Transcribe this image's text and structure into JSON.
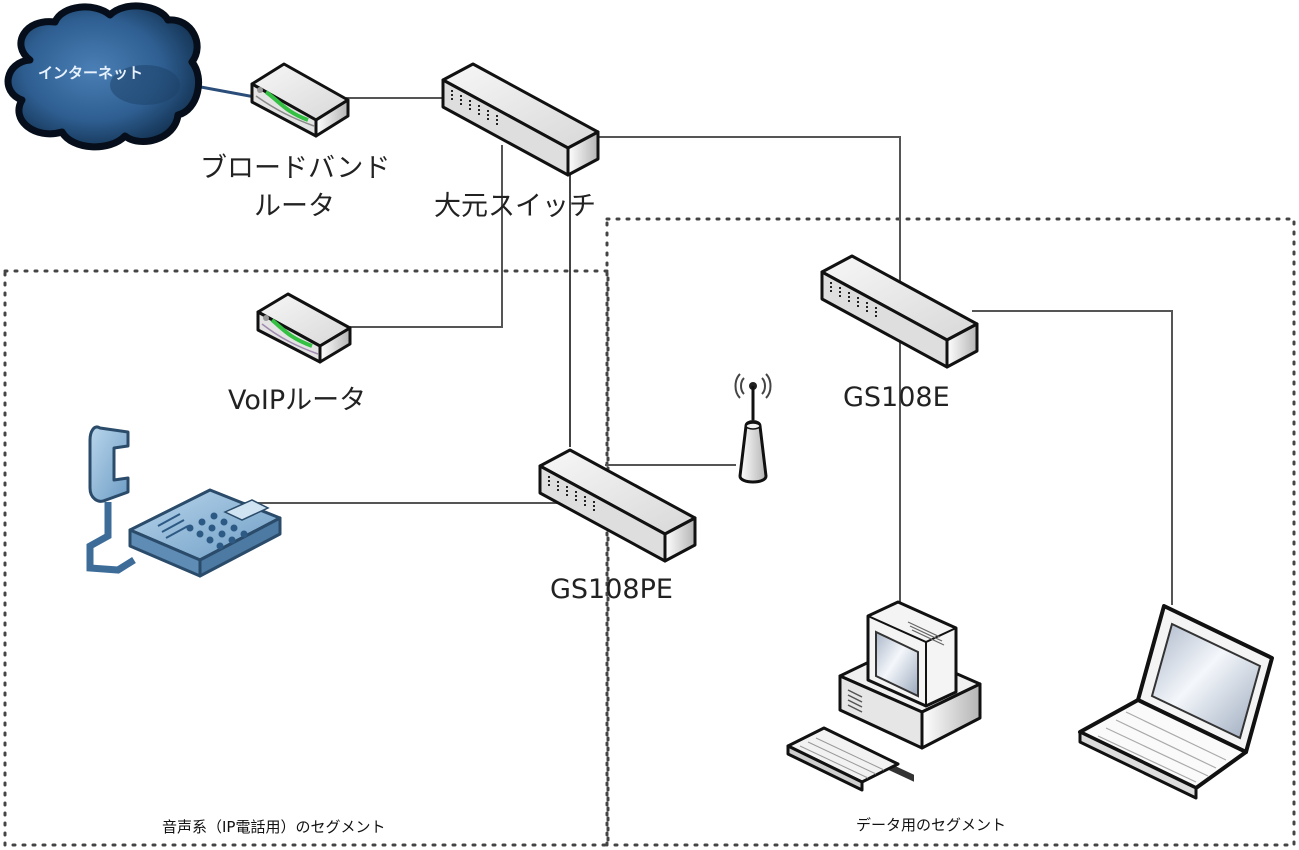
{
  "diagram": {
    "title": "",
    "nodes": {
      "internet": {
        "label": "インターネット",
        "icon": "cloud-icon"
      },
      "broadband_router": {
        "label_line1": "ブロードバンド",
        "label_line2": "ルータ",
        "icon": "router-icon"
      },
      "core_switch": {
        "label": "大元スイッチ",
        "icon": "switch-icon"
      },
      "voip_router": {
        "label": "VoIPルータ",
        "icon": "router-icon"
      },
      "ip_phone": {
        "label": "",
        "icon": "ip-phone-icon"
      },
      "gs108pe": {
        "label": "GS108PE",
        "icon": "switch-icon"
      },
      "wireless_ap": {
        "label": "",
        "icon": "wireless-access-point-icon"
      },
      "gs108e": {
        "label": "GS108E",
        "icon": "switch-icon"
      },
      "desktop_pc": {
        "label": "",
        "icon": "desktop-pc-icon"
      },
      "laptop": {
        "label": "",
        "icon": "laptop-icon"
      }
    },
    "segments": {
      "voice": {
        "label": "音声系（IP電話用）のセグメント"
      },
      "data": {
        "label": "データ用のセグメント"
      }
    },
    "connections": [
      [
        "internet",
        "broadband_router"
      ],
      [
        "broadband_router",
        "core_switch"
      ],
      [
        "core_switch",
        "voip_router"
      ],
      [
        "core_switch",
        "gs108pe"
      ],
      [
        "core_switch",
        "desktop_pc"
      ],
      [
        "gs108pe",
        "ip_phone"
      ],
      [
        "gs108pe",
        "wireless_ap"
      ],
      [
        "gs108e",
        "laptop"
      ]
    ],
    "colors": {
      "cloud": "#2f5f92",
      "cloud_dark": "#0c2742",
      "internet_link": "#2a4d7a",
      "link": "#555555",
      "device_outline": "#111111",
      "device_fill": "#e9e9e9",
      "phone_fill": "#8ab4d6",
      "led": "#34c043",
      "segment_border": "#444444"
    }
  }
}
